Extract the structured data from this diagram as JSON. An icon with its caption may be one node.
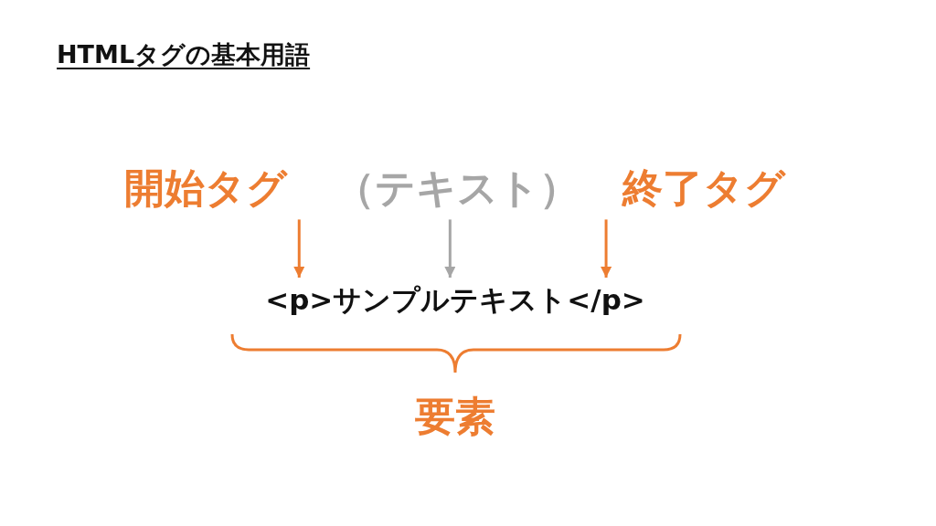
{
  "diagram": {
    "title": "HTMLタグの基本用語",
    "nodes": [
      {
        "text": [
          "開始タグ"
        ]
      },
      {
        "text": [
          "（テキスト）"
        ]
      },
      {
        "text": [
          "終了タグ"
        ]
      },
      {
        "text": [
          "<p>"
        ]
      },
      {
        "text": [
          "サンプルテキスト"
        ]
      },
      {
        "text": [
          "</p>"
        ]
      }
    ],
    "edges": [
      {
        "from": 0,
        "to": 3,
        "arrow": "to"
      },
      {
        "from": 1,
        "to": 4,
        "arrow": "to",
        "color": "#a6a6a6"
      },
      {
        "from": 2,
        "to": 5,
        "arrow": "to"
      }
    ],
    "labels": [
      "要素"
    ]
  }
}
